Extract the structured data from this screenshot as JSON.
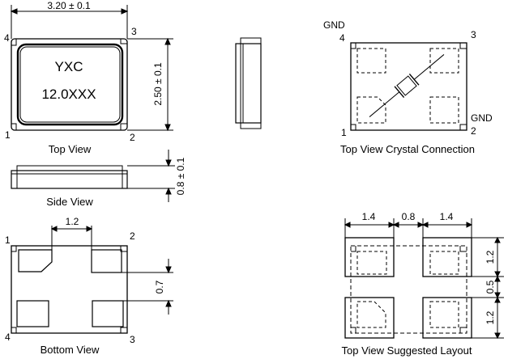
{
  "top_view": {
    "caption": "Top View",
    "width_dim": "3.20 ± 0.1",
    "height_dim": "2.50 ± 0.1",
    "marking_line1": "YXC",
    "marking_line2": "12.0XXX",
    "pins": {
      "p1": "1",
      "p2": "2",
      "p3": "3",
      "p4": "4"
    }
  },
  "side_view": {
    "caption": "Side View",
    "thickness_dim": "0.8 ± 0.1"
  },
  "bottom_view": {
    "caption": "Bottom View",
    "pad_spacing_dim": "1.2",
    "pad_gap_dim": "0.7",
    "pins": {
      "p1": "1",
      "p2": "2",
      "p3": "3",
      "p4": "4"
    }
  },
  "crystal_connection": {
    "caption": "Top View Crystal Connection",
    "gnd_top": "GND",
    "gnd_right": "GND",
    "pins": {
      "p1": "1",
      "p2": "2",
      "p3": "3",
      "p4": "4"
    }
  },
  "suggested_layout": {
    "caption": "Top View Suggested Layout",
    "dims_top": [
      "1.4",
      "0.8",
      "1.4"
    ],
    "dims_right": [
      "1.2",
      "0.5",
      "1.2"
    ]
  },
  "colors": {
    "line": "#000000",
    "background": "#ffffff"
  }
}
